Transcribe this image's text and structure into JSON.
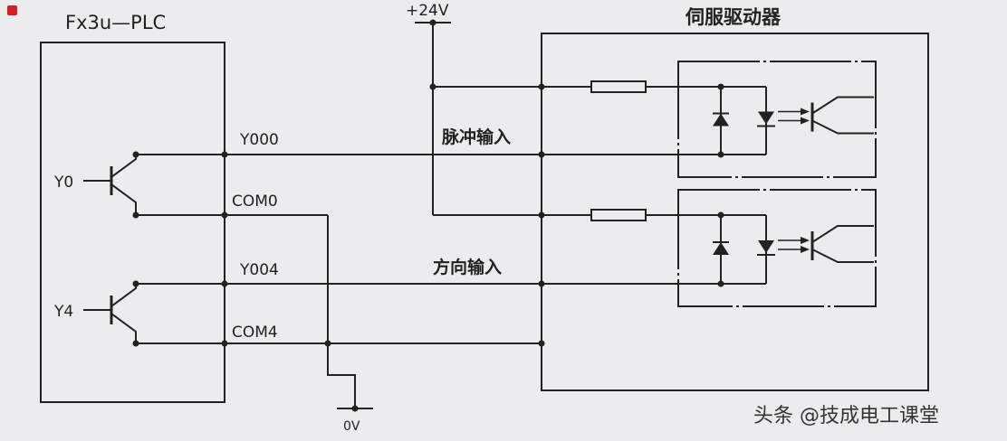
{
  "plc": {
    "title": "Fx3u—PLC",
    "y0": "Y0",
    "y4": "Y4",
    "y000": "Y000",
    "com0": "COM0",
    "y004": "Y004",
    "com4": "COM4"
  },
  "power": {
    "plus24v": "+24V",
    "zero_v": "0V"
  },
  "servo": {
    "title": "伺服驱动器",
    "pulse_input": "脉冲输入",
    "direction_input": "方向输入"
  },
  "watermark": "头条 @技成电工课堂",
  "colors": {
    "wire": "#222222",
    "background": "#ececef",
    "marker": "#d42020"
  }
}
